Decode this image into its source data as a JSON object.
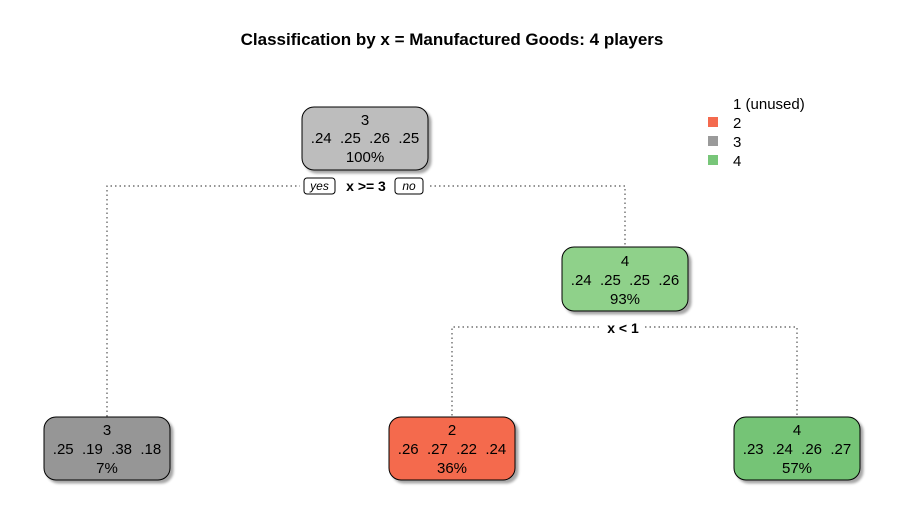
{
  "title": "Classification by x = Manufactured Goods: 4 players",
  "legend": [
    {
      "label": "1 (unused)",
      "color": null
    },
    {
      "label": "2",
      "color": "#f46a4e"
    },
    {
      "label": "3",
      "color": "#9a9a9a"
    },
    {
      "label": "4",
      "color": "#78c679"
    }
  ],
  "nodes": {
    "root": {
      "class": "3",
      "probs": ".24  .25  .26  .25",
      "pct": "100%",
      "fill": "#bdbdbd"
    },
    "right": {
      "class": "4",
      "probs": ".24  .25  .25  .26",
      "pct": "93%",
      "fill": "#8fd18a"
    },
    "leaf_left": {
      "class": "3",
      "probs": ".25  .19  .38  .18",
      "pct": "7%",
      "fill": "#969696"
    },
    "leaf_mid": {
      "class": "2",
      "probs": ".26  .27  .22  .24",
      "pct": "36%",
      "fill": "#f46a4e"
    },
    "leaf_right": {
      "class": "4",
      "probs": ".23  .24  .26  .27",
      "pct": "57%",
      "fill": "#74c476"
    }
  },
  "splits": {
    "root": {
      "label": "x >= 3",
      "yes": "yes",
      "no": "no"
    },
    "right": {
      "label": "x < 1"
    }
  }
}
